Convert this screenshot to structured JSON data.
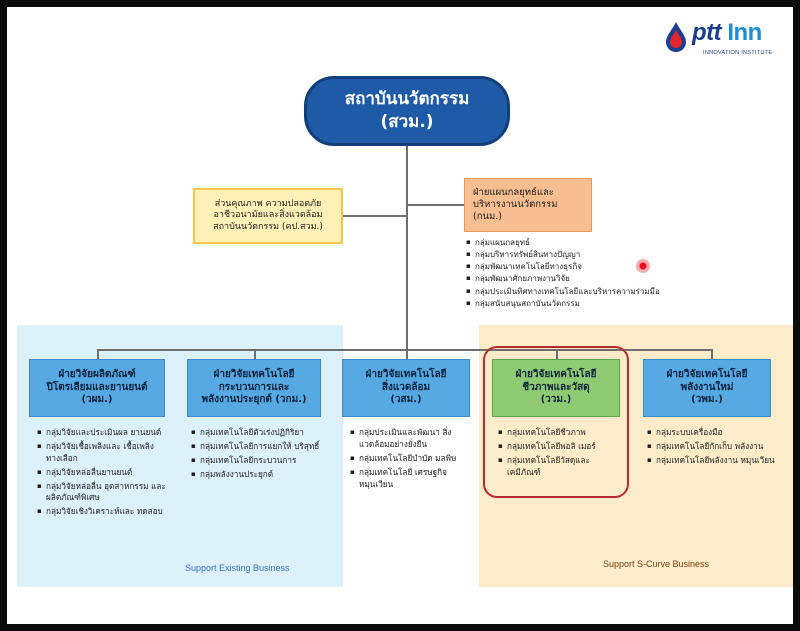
{
  "logo": {
    "brand": "ptt",
    "suffix": "Inn",
    "subtitle": "INNOVATION INSTITUTE"
  },
  "top_unit": {
    "name": "สถาบันนวัตกรรม",
    "abbr": "(สวม.)"
  },
  "quality_unit": {
    "lines": [
      "ส่วนคุณภาพ ความปลอดภัย",
      "อาชีวอนามัยและสิ่งแวดล้อม",
      "สถาบันนวัตกรรม (คป.สวม.)"
    ]
  },
  "strategy_unit": {
    "lines": [
      "ฝ่ายแผนกลยุทธ์และ",
      "บริหารงานนวัตกรรม",
      "(กนม.)"
    ],
    "groups": [
      "กลุ่มแผนกลยุทธ์",
      "กลุ่มบริหารทรัพย์สินทางปัญญา",
      "กลุ่มพัฒนาเทคโนโลยีทางธุรกิจ",
      "กลุ่มพัฒนาศักยภาพงานวิจัย",
      "กลุ่มประเมินทิศทางเทคโนโลยีและบริหารความร่วมมือ",
      "กลุ่มสนับสนุนสถาบันนวัตกรรม"
    ]
  },
  "divisions": [
    {
      "lines": [
        "ฝ่ายวิจัยผลิตภัณฑ์",
        "ปิโตรเลียมและยานยนต์",
        "(วผม.)"
      ],
      "groups": [
        "กลุ่มวิจัยและประเมินผล ยานยนต์",
        "กลุ่มวิจัยเชื้อเพลิงและ เชื้อเพลิงทางเลือก",
        "กลุ่มวิจัยหล่อลื่นยานยนต์",
        "กลุ่มวิจัยหล่อลื่น อุตสาหกรรม และ ผลิตภัณฑ์พิเศษ",
        "กลุ่มวิจัยเชิงวิเคราะห์และ ทดสอบ"
      ]
    },
    {
      "lines": [
        "ฝ่ายวิจัยเทคโนโลยี",
        "กระบวนการและ",
        "พลังงานประยุกต์ (วกม.)"
      ],
      "groups": [
        "กลุ่มเทคโนโลยีตัวเร่งปฏิกิริยา",
        "กลุ่มเทคโนโลยีการแยกให้ บริสุทธิ์",
        "กลุ่มเทคโนโลยีกระบวนการ",
        "กลุ่มพลังงานประยุกต์"
      ]
    },
    {
      "lines": [
        "ฝ่ายวิจัยเทคโนโลยี",
        "สิ่งแวดล้อม",
        "(วสม.)"
      ],
      "groups": [
        "กลุ่มประเมินและพัฒนา สิ่งแวดล้อมอย่างยั่งยืน",
        "กลุ่มเทคโนโลยีบำบัด มลพิษ",
        "กลุ่มเทคโนโลยี เศรษฐกิจหมุนเวียน"
      ]
    },
    {
      "lines": [
        "ฝ่ายวิจัยเทคโนโลยี",
        "ชีวภาพและวัสดุ",
        "(ววม.)"
      ],
      "groups": [
        "กลุ่มเทคโนโลยีชีวภาพ",
        "กลุ่มเทคโนโลยีพอลิ เมอร์",
        "กลุ่มเทคโนโลยีวัสดุและ เคมีภัณฑ์"
      ]
    },
    {
      "lines": [
        "ฝ่ายวิจัยเทคโนโลยี",
        "พลังงานใหม่",
        "(วพม.)"
      ],
      "groups": [
        "กลุ่มระบบเครื่องมือ",
        "กลุ่มเทคโนโลยีกักเก็บ พลังงาน",
        "กลุ่มเทคโนโลยีพลังงาน หมุนเวียน"
      ]
    }
  ],
  "zones": {
    "existing": "Support Existing Business",
    "scurve": "Support S-Curve Business"
  },
  "colors": {
    "top_fill": "#1f5aa6",
    "quality_fill": "#fff0b8",
    "strategy_fill": "#f7be91",
    "division_blue": "#56a9e2",
    "division_green": "#8fcb72",
    "zone_existing": "#ddf1fa",
    "zone_scurve": "#fcecc9",
    "highlight": "#b72a2f"
  }
}
